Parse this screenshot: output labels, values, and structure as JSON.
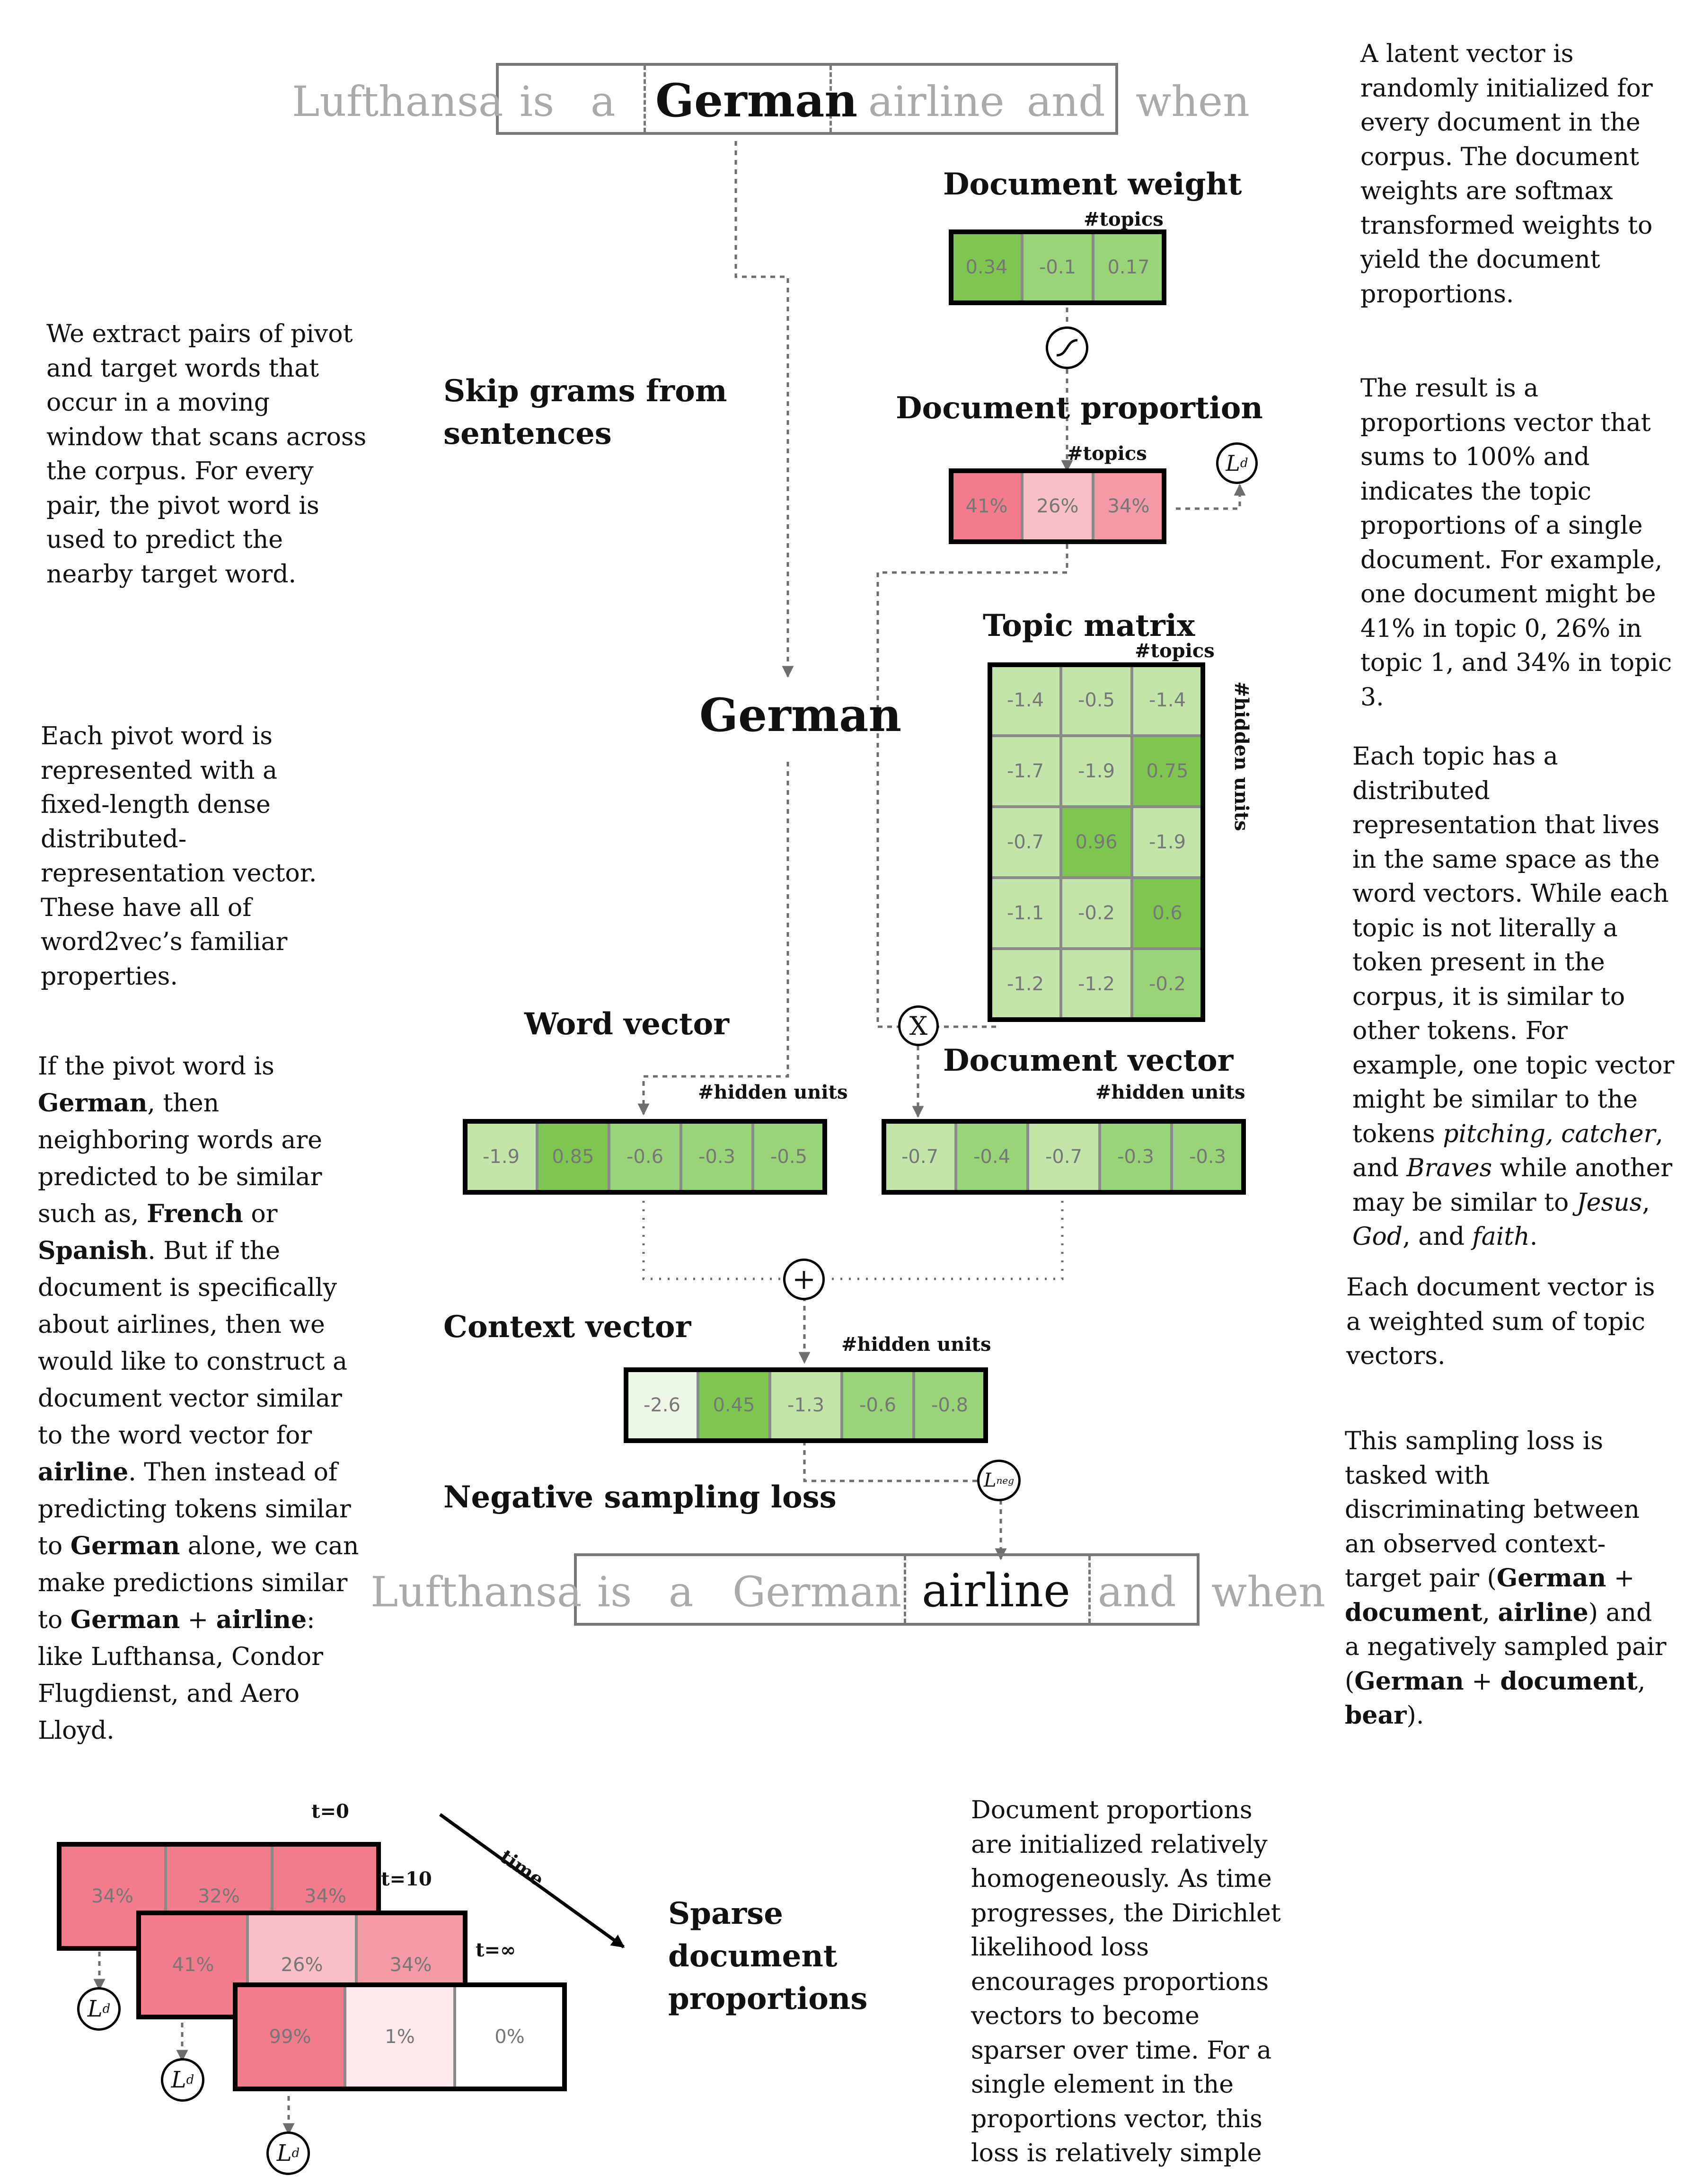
{
  "sentence_top": {
    "words": [
      "Lufthansa",
      "is",
      "a",
      "German",
      "airline",
      "and",
      "when"
    ]
  },
  "sentence_bottom": {
    "words": [
      "Lufthansa",
      "is",
      "a",
      "German",
      "airline",
      "and",
      "when"
    ]
  },
  "labels": {
    "document_weight": "Document weight",
    "document_proportion": "Document proportion",
    "skip_grams": "Skip grams from sentences",
    "topic_matrix": "Topic matrix",
    "pivot_word": "German",
    "word_vector": "Word vector",
    "document_vector": "Document vector",
    "context_vector": "Context vector",
    "negative_sampling": "Negative sampling loss",
    "sparse": "Sparse document proportions",
    "topics": "#topics",
    "hidden_units": "#hidden units",
    "time": "time",
    "t0": "t=0",
    "t10": "t=10",
    "tinf": "t=∞",
    "loss_d": "L",
    "loss_d_sup": "d",
    "loss_neg_sup": "neg",
    "plus": "+",
    "times": "X"
  },
  "document_weight": {
    "values": [
      "0.34",
      "-0.1",
      "0.17"
    ]
  },
  "document_proportion": {
    "values": [
      "41%",
      "26%",
      "34%"
    ]
  },
  "topic_matrix": {
    "rows": [
      [
        "-1.4",
        "-0.5",
        "-1.4"
      ],
      [
        "-1.7",
        "-1.9",
        "0.75"
      ],
      [
        "-0.7",
        "0.96",
        "-1.9"
      ],
      [
        "-1.1",
        "-0.2",
        "0.6"
      ],
      [
        "-1.2",
        "-1.2",
        "-0.2"
      ]
    ]
  },
  "word_vector": {
    "values": [
      "-1.9",
      "0.85",
      "-0.6",
      "-0.3",
      "-0.5"
    ]
  },
  "document_vector": {
    "values": [
      "-0.7",
      "-0.4",
      "-0.7",
      "-0.3",
      "-0.3"
    ]
  },
  "context_vector": {
    "values": [
      "-2.6",
      "0.45",
      "-1.3",
      "-0.6",
      "-0.8"
    ]
  },
  "sparse_t0": {
    "values": [
      "34%",
      "32%",
      "34%"
    ]
  },
  "sparse_t10": {
    "values": [
      "41%",
      "26%",
      "34%"
    ]
  },
  "sparse_tinf": {
    "values": [
      "99%",
      "1%",
      "0%"
    ]
  },
  "text": {
    "latent": "A latent vector is randomly initialized for every document in the corpus. The document weights are softmax transformed weights to yield the document proportions.",
    "result": "The result is a proportions vector that sums to 100% and indicates the topic proportions of a single document. For example, one document might be 41% in topic 0, 26% in topic 1, and 34% in topic 3.",
    "extract": "We extract pairs of pivot and target words that occur  in a moving window that scans across the corpus. For every pair, the pivot word is used to predict the nearby target word.",
    "pivot_repr": "Each pivot word is represented with a fixed-length dense distributed-representation vector. These have all of word2vec’s familiar properties.",
    "if_pivot": {
      "p1": "If the pivot word is ",
      "b1": "German",
      "p2": ", then neighboring words are predicted to be similar such as, ",
      "b2": "French",
      "p3": " or ",
      "b3": "Spanish",
      "p4": ". But if the document is specifically about airlines, then we would like to construct a document vector similar to the word vector for ",
      "b4": "airline",
      "p5": ". Then instead of predicting tokens similar to ",
      "b5": "German",
      "p6": " alone, we can make predictions similar to ",
      "b6": "German",
      "p7": " + ",
      "b7": "airline",
      "p8": ": like Lufthansa, Condor Flugdienst, and Aero Lloyd."
    },
    "each_topic": {
      "p1": "Each topic has a distributed representation that lives in the same space as the word vectors. While each topic is not literally a token present in the corpus, it is similar to other tokens. For example, one topic vector might be similar to the tokens ",
      "i1": "pitching, catcher",
      "p2": ", and ",
      "i2": "Braves",
      "p3": " while another may be similar to ",
      "i3": "Jesus",
      "p4": ", ",
      "i4": "God",
      "p5": ", and ",
      "i5": "faith",
      "p6": "."
    },
    "each_doc": "Each document vector is a weighted sum of topic vectors.",
    "sampling": {
      "p1": "This sampling loss is tasked with discriminating between an observed context-target pair (",
      "b1": "German",
      "p2": " + ",
      "b2": "document",
      "p3": ", ",
      "b3": "airline",
      "p4": ") and a negatively sampled pair (",
      "b4": "German",
      "p5": " + ",
      "b5": "document",
      "p6": ", ",
      "b6": "bear",
      "p7": ")."
    },
    "doc_props": "Document proportions are initialized relatively homogeneously. As time progresses, the Dirichlet likelihood loss encourages proportions vectors to become sparser over time. For a single element in the proportions vector, this loss is relatively simple"
  },
  "colors": {
    "g_very_light": "#edf7e6",
    "g_light": "#c3e5a9",
    "g_medium": "#99d578",
    "g_strong": "#7ec64f",
    "r_strong": "#f27c8c",
    "r_medium": "#f49aa6",
    "r_light": "#f9bfc6",
    "r_very_light": "#fde9ec",
    "white": "#ffffff"
  }
}
